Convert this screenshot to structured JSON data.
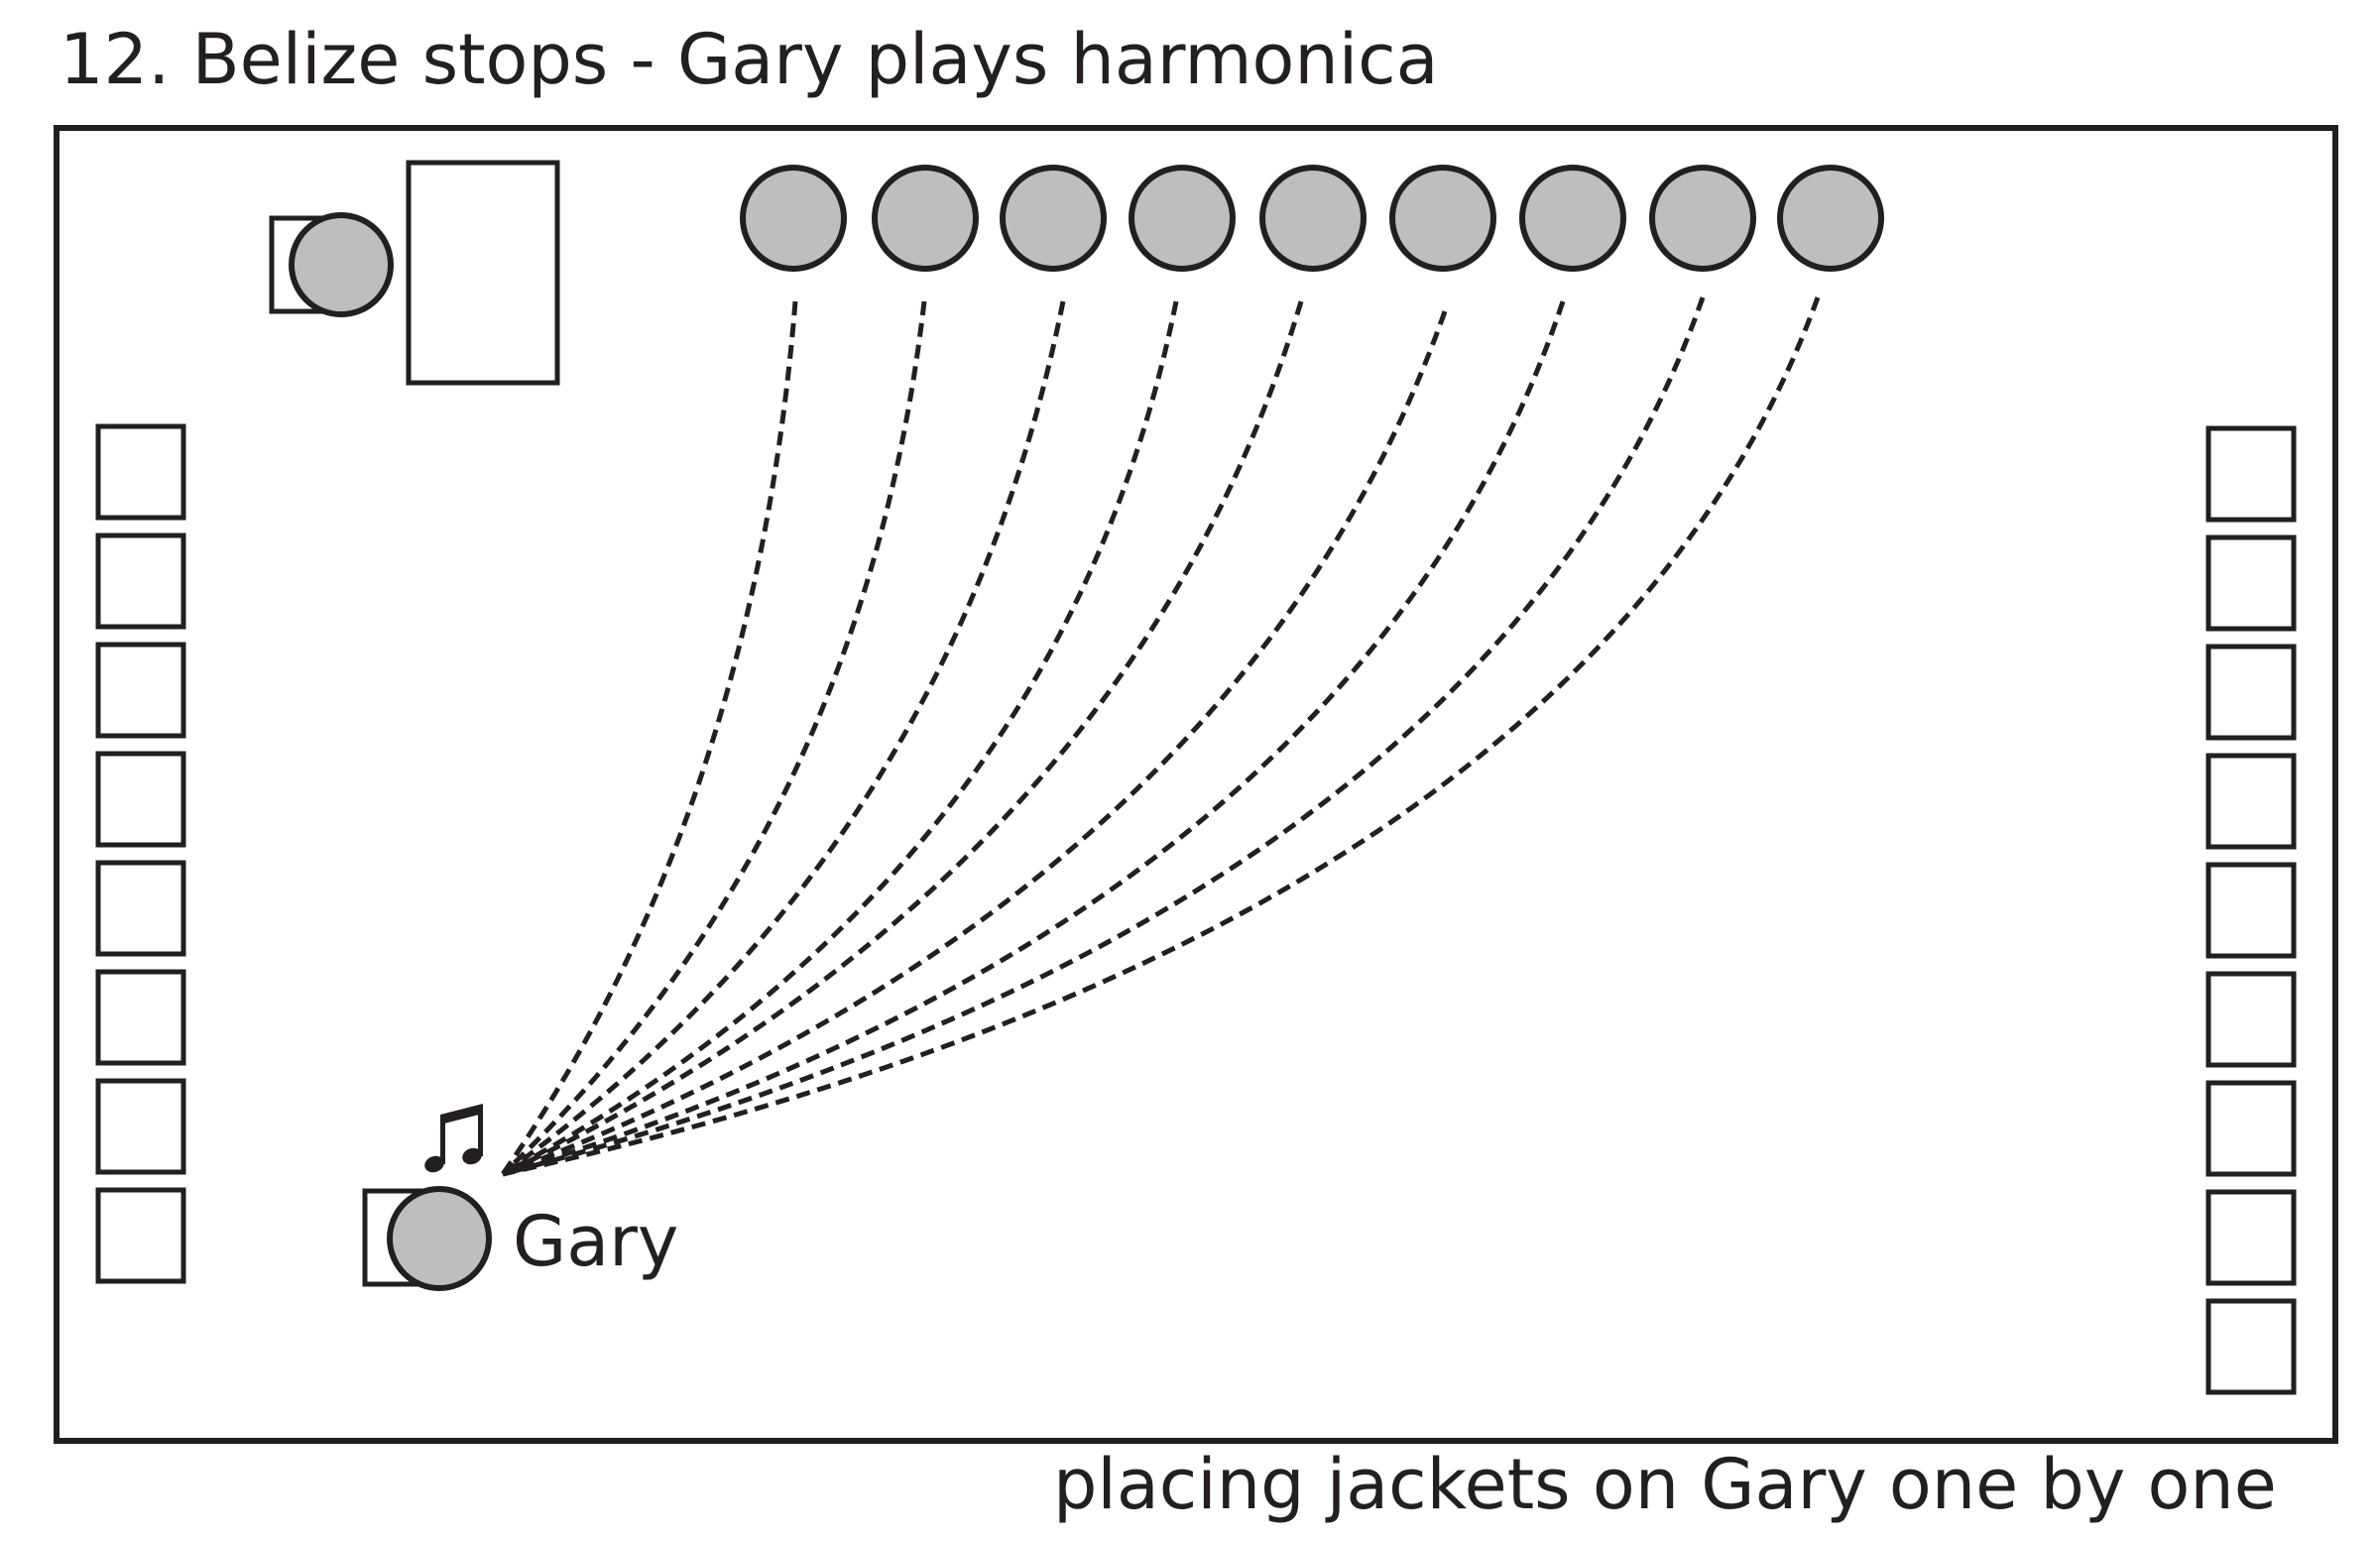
{
  "title": "12. Belize stops - Gary plays harmonica",
  "caption": "placing jackets on Gary one by one",
  "gary_label": "Gary",
  "line_count": 9,
  "left_chairs": 8,
  "right_chairs": 9,
  "colors": {
    "figure_fill": "#bcbec0",
    "stroke": "#231f20"
  },
  "icons": [
    "music-note-icon"
  ]
}
